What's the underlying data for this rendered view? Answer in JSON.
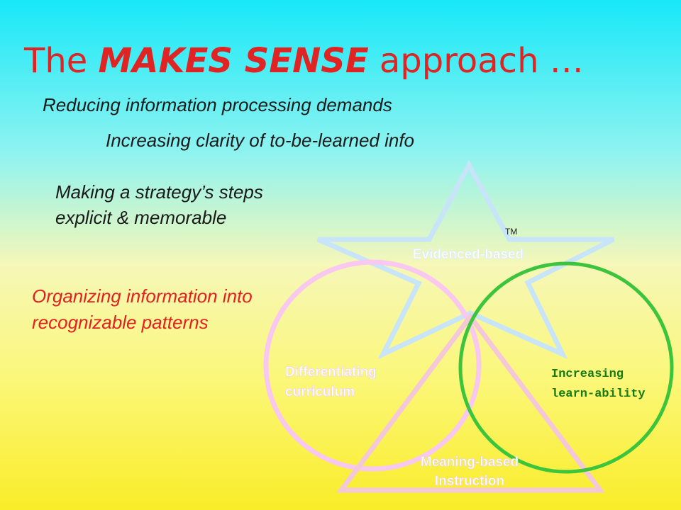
{
  "slide": {
    "title_pre": "The ",
    "title_emph": "MAKES SENSE",
    "title_post": " approach …",
    "lines": [
      "Reducing information processing demands",
      "Increasing clarity of to-be-learned info",
      "Making a strategy’s steps explicit & memorable",
      "Organizing information into recognizable patterns"
    ]
  },
  "diagram": {
    "trademark": "TM",
    "star_label": "Evidenced-based",
    "left_circle_label_1": "Differentiating",
    "left_circle_label_2": "curriculum",
    "right_circle_label_1": "Increasing",
    "right_circle_label_2": "learn-ability",
    "triangle_label_1": "Meaning-based",
    "triangle_label_2": "Instruction",
    "colors": {
      "title": "#e02424",
      "red_text": "#e32020",
      "star_outline": "#c8e4f8",
      "left_circle": "#f8c8f0",
      "right_circle": "#3cc43c",
      "triangle": "#f4c8d8"
    }
  }
}
